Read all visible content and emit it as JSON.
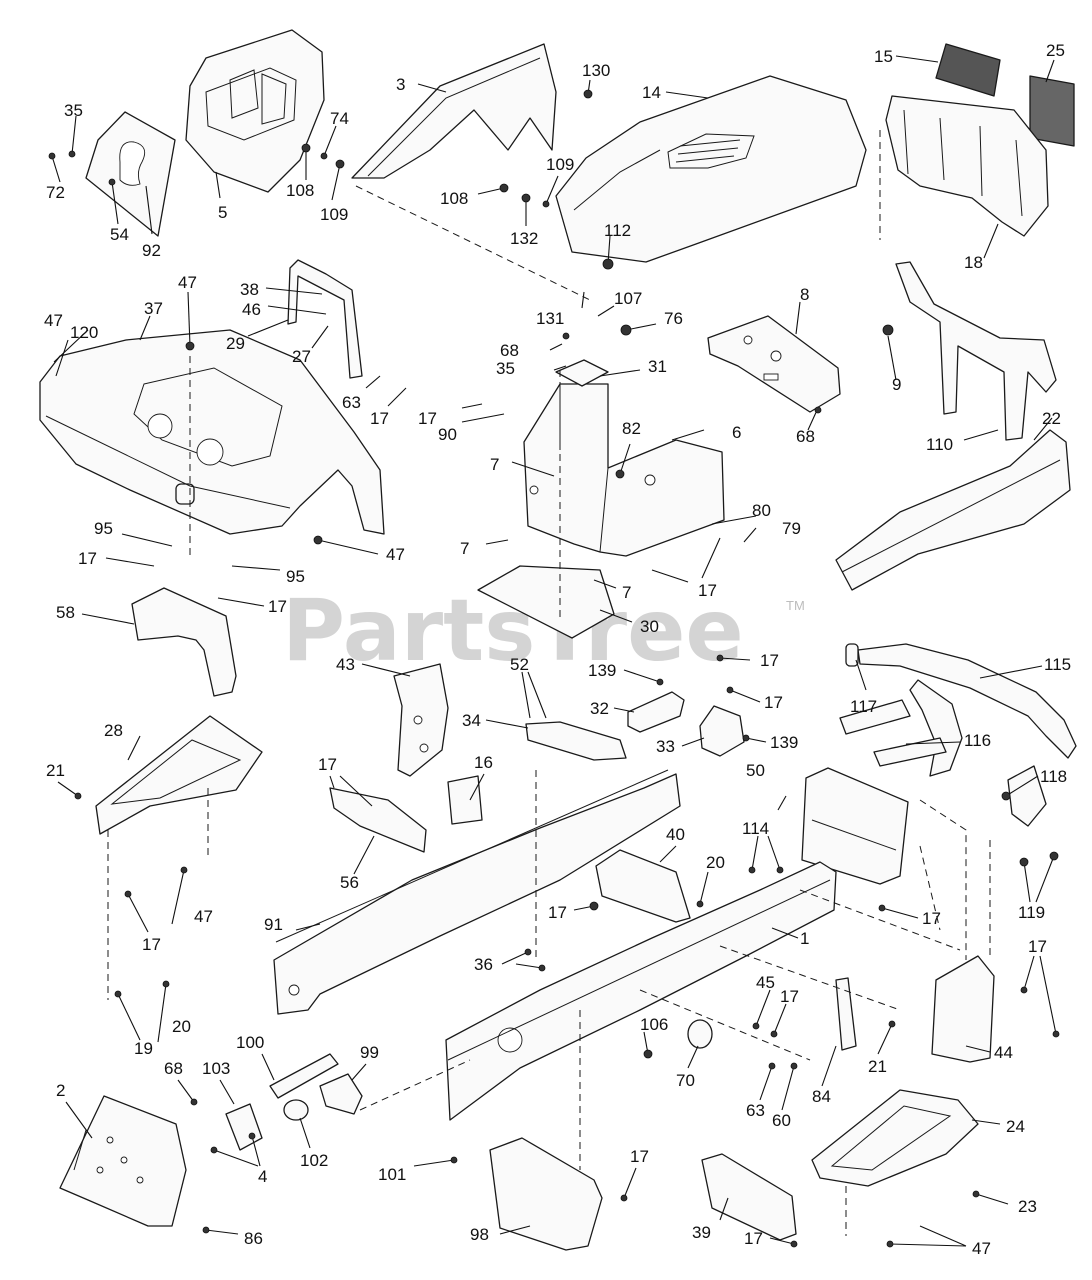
{
  "watermark": {
    "text": "PartsTree",
    "trademark": "TM"
  },
  "callouts": {
    "c1": "1",
    "c2": "2",
    "c3": "3",
    "c4": "4",
    "c5": "5",
    "c6": "6",
    "c7a": "7",
    "c7b": "7",
    "c7c": "7",
    "c8": "8",
    "c9": "9",
    "c14": "14",
    "c15": "15",
    "c16": "16",
    "c17a": "17",
    "c17b": "17",
    "c17c": "17",
    "c17d": "17",
    "c17e": "17",
    "c17f": "17",
    "c17g": "17",
    "c17h": "17",
    "c17i": "17",
    "c17j": "17",
    "c17k": "17",
    "c17l": "17",
    "c17m": "17",
    "c17n": "17",
    "c17o": "17",
    "c18": "18",
    "c19": "19",
    "c20a": "20",
    "c20b": "20",
    "c21a": "21",
    "c21b": "21",
    "c22": "22",
    "c23": "23",
    "c24": "24",
    "c25": "25",
    "c27": "27",
    "c28": "28",
    "c29": "29",
    "c30": "30",
    "c31": "31",
    "c32": "32",
    "c33": "33",
    "c34": "34",
    "c35a": "35",
    "c35b": "35",
    "c36": "36",
    "c37": "37",
    "c38": "38",
    "c39": "39",
    "c40": "40",
    "c43": "43",
    "c44": "44",
    "c45": "45",
    "c46": "46",
    "c47a": "47",
    "c47b": "47",
    "c47c": "47",
    "c47d": "47",
    "c47e": "47",
    "c50": "50",
    "c52": "52",
    "c54": "54",
    "c56": "56",
    "c58": "58",
    "c60": "60",
    "c63a": "63",
    "c63b": "63",
    "c68a": "68",
    "c68b": "68",
    "c68c": "68",
    "c70": "70",
    "c72": "72",
    "c74": "74",
    "c76": "76",
    "c79": "79",
    "c80": "80",
    "c82": "82",
    "c84": "84",
    "c86": "86",
    "c90": "90",
    "c91": "91",
    "c92": "92",
    "c95a": "95",
    "c95b": "95",
    "c98": "98",
    "c99": "99",
    "c100": "100",
    "c101": "101",
    "c102": "102",
    "c103": "103",
    "c106": "106",
    "c107": "107",
    "c108a": "108",
    "c108b": "108",
    "c109a": "109",
    "c109b": "109",
    "c110": "110",
    "c112": "112",
    "c114": "114",
    "c115": "115",
    "c116": "116",
    "c117": "117",
    "c118": "118",
    "c119": "119",
    "c120": "120",
    "c130": "130",
    "c131": "131",
    "c132": "132",
    "c139a": "139",
    "c139b": "139"
  }
}
